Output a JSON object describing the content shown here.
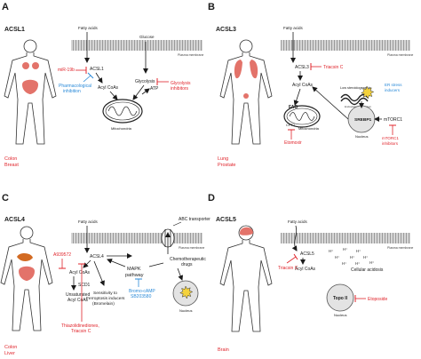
{
  "panels": {
    "A": {
      "letter": "A",
      "title": "ACSL1",
      "fatty_acids": "Fatty acids",
      "glucose": "Glucose",
      "membrane": "Plasma membrane",
      "mir": "miR-19b",
      "enzyme": "ACSL1",
      "pharm_1": "Pharmacological",
      "pharm_2": "inhibition",
      "acyl": "Acyl CoAs",
      "glycolysis": "Glycolysis",
      "atp": "ATP",
      "gly_inh_1": "Glycolysis",
      "gly_inh_2": "inhibitors",
      "mito": "Mitochondria",
      "tissue_1": "Colon",
      "tissue_2": "Breast"
    },
    "B": {
      "letter": "B",
      "title": "ACSL3",
      "fatty_acids": "Fatty acids",
      "membrane": "Plasma membrane",
      "enzyme": "ACSL3",
      "triacsin": "Triacsin C",
      "acyl": "Acyl CoAs",
      "low_sterol": "Low steroidogenesis",
      "er_1": "ER stress",
      "er_2": "inducers",
      "er_label": "Endoplasmic reticulum",
      "fao": "FAO",
      "cpt1": "CPT1",
      "mito": "Mitochondria",
      "srebp": "SREBP1",
      "mtorc": "mTORC1",
      "nucleus": "Nucleus",
      "etomoxir": "Etomoxir",
      "mtorc_inh_1": "mTORC1",
      "mtorc_inh_2": "inhibitors",
      "tissue_1": "Lung",
      "tissue_2": "Prostate"
    },
    "C": {
      "letter": "C",
      "title": "ACSL4",
      "fatty_acids": "Fatty acids",
      "abc": "ABC transporter",
      "membrane": "Plasma membrane",
      "enzyme": "ACSL4",
      "a939572": "A939572",
      "acyl": "Acyl CoAs",
      "scd1": "SCD1",
      "unsat_1": "Unsaturated",
      "unsat_2": "Acyl CoAs",
      "mapk_1": "MAPK",
      "mapk_2": "pathway",
      "chemo_1": "Chemotherapeutic",
      "chemo_2": "drugs",
      "bromo_1": "Bromo-cAMP",
      "bromo_2": "SB203580",
      "ferro_1": "Sensitivity to",
      "ferro_2": "Ferroptosis inducers",
      "ferro_3": "(Bromelain)",
      "thia_1": "Thiazolidinediones,",
      "thia_2": "Triacsin C",
      "nucleus": "Nucleus",
      "tissue_1": "Colon",
      "tissue_2": "Liver"
    },
    "D": {
      "letter": "D",
      "title": "ACSL5",
      "fatty_acids": "Fatty acids",
      "membrane": "Plasma membrane",
      "enzyme": "ACSL5",
      "triacsin": "Triacsin C",
      "acyl": "Acyl CoAs",
      "hplus": "H⁺",
      "acidosis": "Cellular acidosis",
      "topo": "Topo II",
      "nucleus": "Nucleus",
      "etoposide": "Etoposide",
      "tissue_1": "Brain"
    }
  },
  "colors": {
    "ink": "#1a1a1a",
    "red": "#e0242b",
    "blue": "#2a8ad8",
    "membrane": "#888888",
    "organ": "#e3736a",
    "nucleus": "#e3e3e3"
  }
}
